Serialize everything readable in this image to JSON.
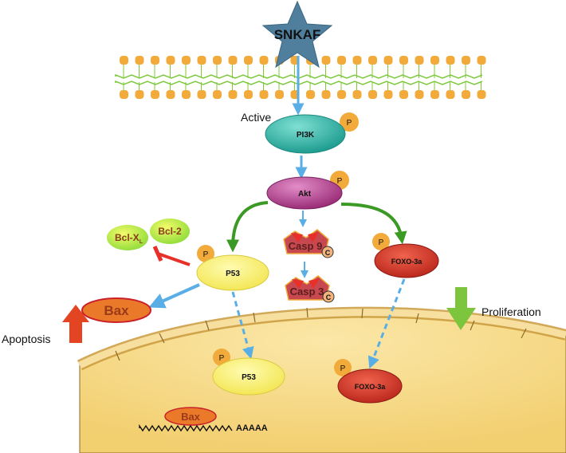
{
  "ligand": {
    "label": "SNKAF"
  },
  "pi3k": {
    "label": "PI3K",
    "state_label": "Active",
    "phospho": "P"
  },
  "akt": {
    "label": "Akt",
    "phospho": "P"
  },
  "bcl_xl": {
    "label_main": "Bcl-X",
    "label_sub": "L"
  },
  "bcl2": {
    "label": "Bcl-2"
  },
  "p53_cyto": {
    "label": "P53",
    "phospho": "P"
  },
  "bax_cyto": {
    "label": "Bax"
  },
  "casp9": {
    "label": "Casp 9",
    "mark": "C"
  },
  "casp3": {
    "label": "Casp 3",
    "mark": "C"
  },
  "foxo_cyto": {
    "label": "FOXO-3a",
    "phospho": "P"
  },
  "apoptosis": {
    "label": "Apoptosis"
  },
  "proliferation": {
    "label": "Proliferation"
  },
  "p53_nuc": {
    "label": "P53",
    "phospho": "P"
  },
  "foxo_nuc": {
    "label": "FOXO-3a",
    "phospho": "P"
  },
  "bax_gene": {
    "label": "Bax",
    "polyA": "AAAAA"
  },
  "colors": {
    "ligand": "#4f7f9c",
    "membrane_bead": "#f2ab3a",
    "membrane_line": "#7cc93c",
    "signal_arrow": "#5aaee6",
    "green_arrow": "#3a9a23",
    "inhibit": "#e8302a",
    "pi3k": "#2cb3a6",
    "akt": "#b03e8c",
    "p53": "#f5ec66",
    "foxo": "#cf2d1f",
    "bax": "#ea7a2a",
    "casp": "#c8484f",
    "up_arrow": "#e34422",
    "down_arrow": "#7dc53c",
    "nucleus": "#f7dc8a"
  }
}
